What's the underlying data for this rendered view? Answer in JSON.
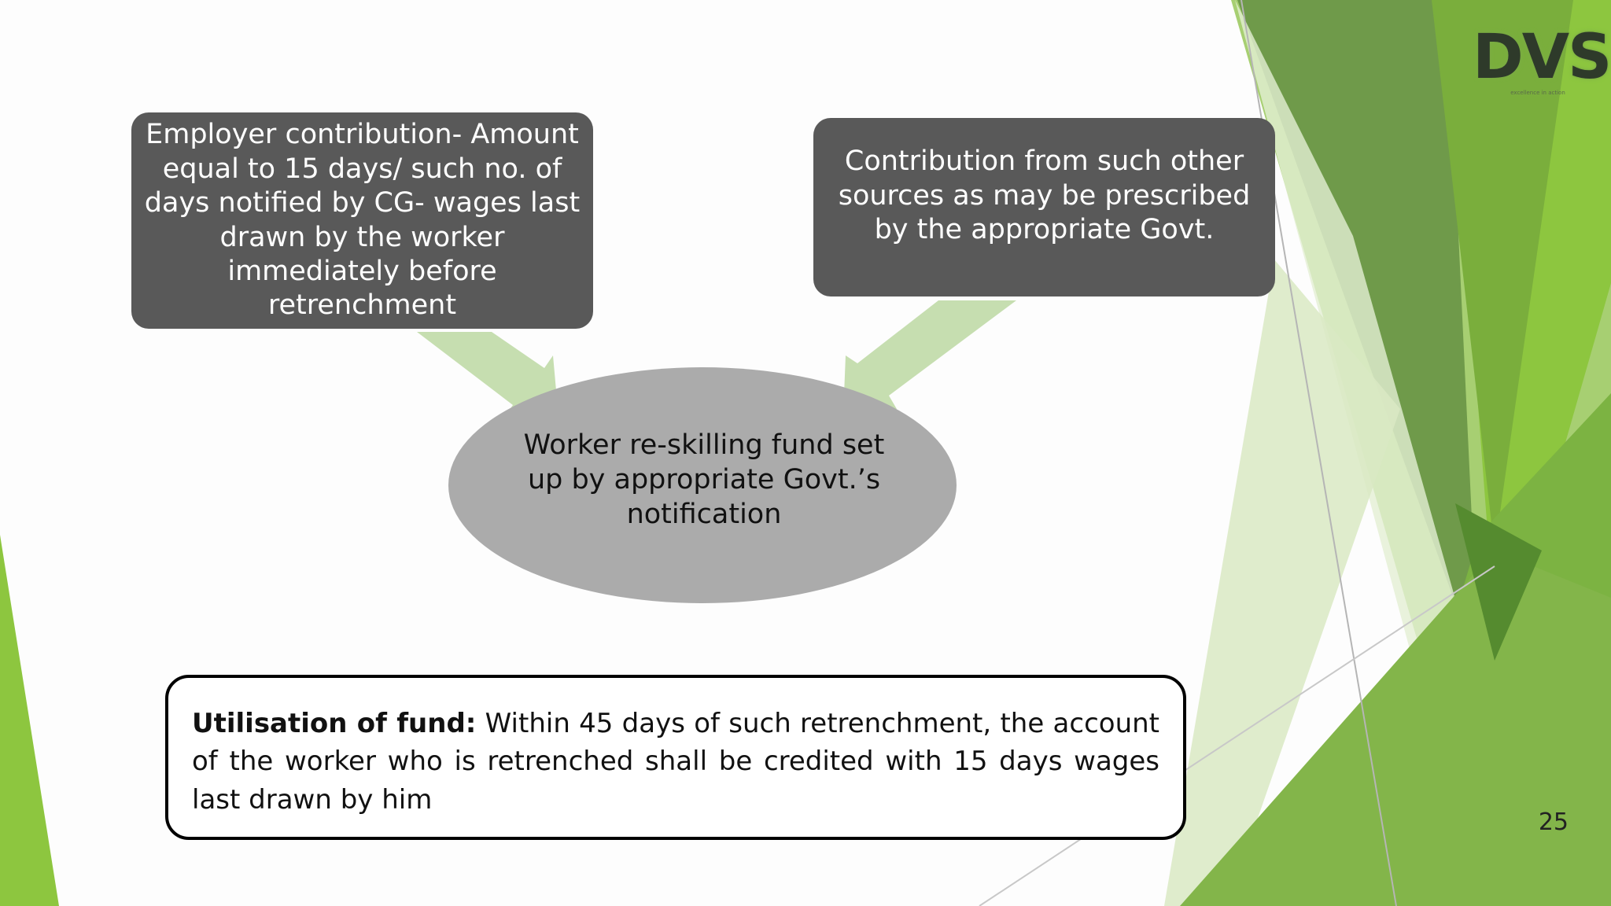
{
  "slide": {
    "page_number": "25"
  },
  "logo": {
    "text": "DVS",
    "tagline": "excellence in action"
  },
  "diagram": {
    "source_left": "Employer contribution- Amount equal to 15 days/ such no. of days notified by CG- wages last drawn by the worker immediately before retrenchment",
    "source_right": "Contribution from such other sources as may be prescribed by the appropriate Govt.",
    "fund": "Worker re-skilling fund set up by appropriate Govt.’s notification"
  },
  "note": {
    "title": "Utilisation of fund:",
    "body": " Within 45 days of such retrenchment, the account of the worker who is retrenched shall be credited with 15 days wages last drawn by him"
  },
  "colors": {
    "box_fill": "#595959",
    "ellipse_fill": "#ababab",
    "arrow_fill": "#c6deb0",
    "accent_green": "#8dc63f",
    "dark_green": "#5e8f3a"
  }
}
